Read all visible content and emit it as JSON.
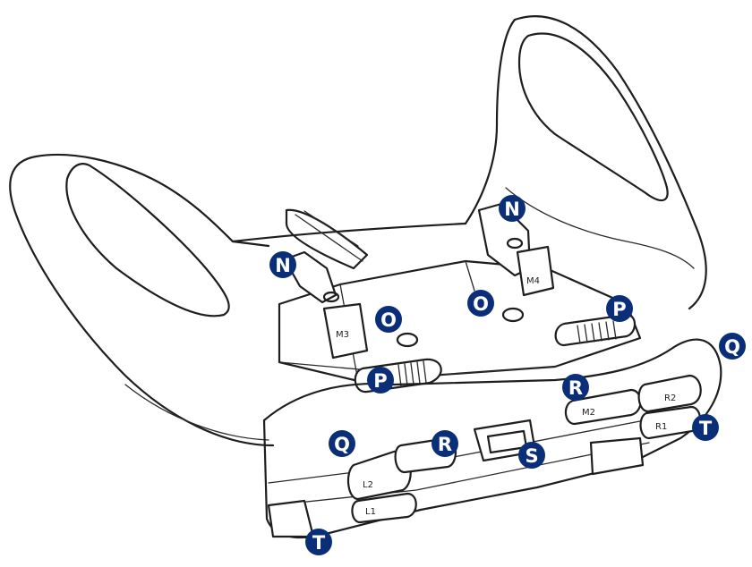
{
  "callout_color": "#0b2e79",
  "callouts": [
    {
      "id": "n-left",
      "label": "N"
    },
    {
      "id": "n-right",
      "label": "N"
    },
    {
      "id": "o-left",
      "label": "O"
    },
    {
      "id": "o-right",
      "label": "O"
    },
    {
      "id": "p-left",
      "label": "P"
    },
    {
      "id": "p-right",
      "label": "P"
    },
    {
      "id": "q-left",
      "label": "Q"
    },
    {
      "id": "q-right",
      "label": "Q"
    },
    {
      "id": "r-left",
      "label": "R"
    },
    {
      "id": "r-right",
      "label": "R"
    },
    {
      "id": "s-center",
      "label": "S"
    },
    {
      "id": "t-left",
      "label": "T"
    },
    {
      "id": "t-right",
      "label": "T"
    }
  ],
  "button_labels": {
    "m3": "M3",
    "m4": "M4",
    "l2": "L2",
    "l1": "L1",
    "r2": "R2",
    "r1": "R1",
    "m2": "M2"
  }
}
